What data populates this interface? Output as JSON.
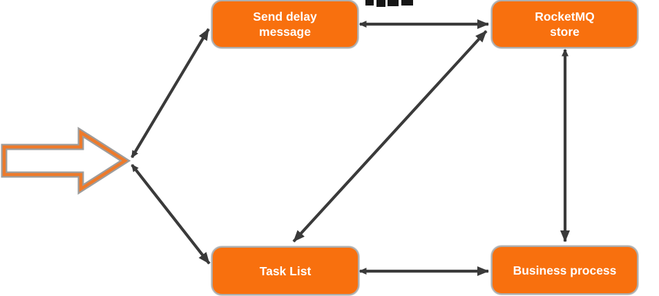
{
  "diagram": {
    "type": "flow-diagram",
    "nodes": {
      "send_delay": {
        "label": "Send delay message"
      },
      "rocketmq_store": {
        "label": "RocketMQ store"
      },
      "task_list": {
        "label": "Task List"
      },
      "business_process": {
        "label": "Business process"
      }
    },
    "input_arrow": {
      "shape": "hollow-block-arrow",
      "direction": "right",
      "label": ""
    },
    "connectors": [
      {
        "from": "input_arrow",
        "to": "send_delay",
        "style": "diagonal",
        "bidirectional": false
      },
      {
        "from": "input_arrow",
        "to": "task_list",
        "style": "diagonal",
        "bidirectional": false
      },
      {
        "from": "send_delay",
        "to": "rocketmq_store",
        "style": "horizontal",
        "bidirectional": false
      },
      {
        "from": "task_list",
        "to": "rocketmq_store",
        "style": "diagonal",
        "bidirectional": true
      },
      {
        "from": "rocketmq_store",
        "to": "business_process",
        "style": "vertical",
        "bidirectional": false
      },
      {
        "from": "task_list",
        "to": "business_process",
        "style": "horizontal",
        "bidirectional": false
      }
    ],
    "colors": {
      "node_fill": "#F8700E",
      "node_text": "#FFFFFF",
      "connector": "#3A3A3A",
      "input_arrow_outline": "#ED7A2B",
      "edge_shadow": "#8C8C8C",
      "background": "#FFFFFF"
    }
  }
}
